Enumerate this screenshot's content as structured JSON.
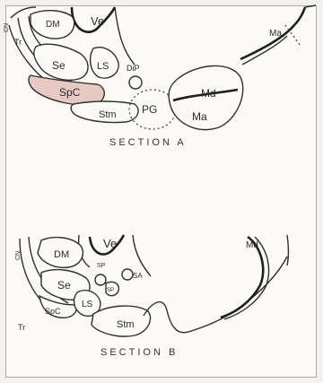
{
  "section_a": {
    "caption": "SECTION A",
    "labels": {
      "cn": "CN",
      "dm": "DM",
      "ve": "Ve",
      "tr": "Tr",
      "se": "Se",
      "ls": "LS",
      "dip": "DiP",
      "spc": "SpC",
      "stm": "Stm",
      "pg": "PG",
      "md": "Md",
      "ma_lower": "Ma",
      "ma_upper": "Ma"
    }
  },
  "section_b": {
    "caption": "SECTION B",
    "labels": {
      "cn": "CN",
      "dm": "DM",
      "ve": "Ve",
      "sp": "SP",
      "sa": "SA",
      "se": "Se",
      "sp_small": "SP",
      "spc": "SpC",
      "ls": "LS",
      "stm": "Stm",
      "tr": "Tr",
      "md": "Md"
    }
  },
  "colors": {
    "spc_fill": "#e7c9c3",
    "line": "#2f2f2f",
    "background": "#fbfaf6"
  }
}
